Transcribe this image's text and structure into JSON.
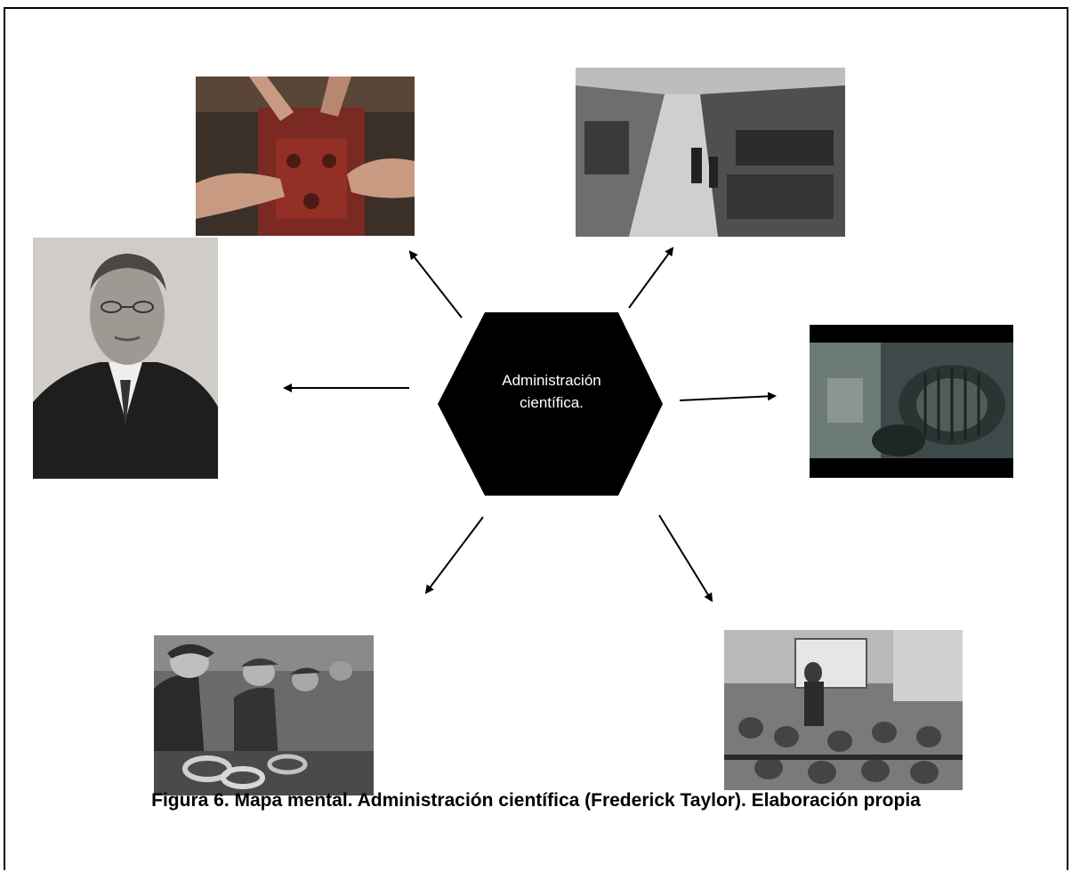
{
  "diagram": {
    "center": {
      "line1": "Administración",
      "line2": "científica.",
      "fill": "#000000",
      "text_color": "#ffffff"
    },
    "nodes": [
      {
        "id": "portrait",
        "depicts": "portrait-photo"
      },
      {
        "id": "hands",
        "depicts": "hands-on-machine-photo"
      },
      {
        "id": "factory",
        "depicts": "factory-floor-photo"
      },
      {
        "id": "machine",
        "depicts": "industrial-machine-photo"
      },
      {
        "id": "workers",
        "depicts": "workers-photo"
      },
      {
        "id": "classroom",
        "depicts": "lecture-photo"
      }
    ],
    "caption": "Figura 6. Mapa mental. Administración científica (Frederick Taylor). Elaboración propia"
  }
}
